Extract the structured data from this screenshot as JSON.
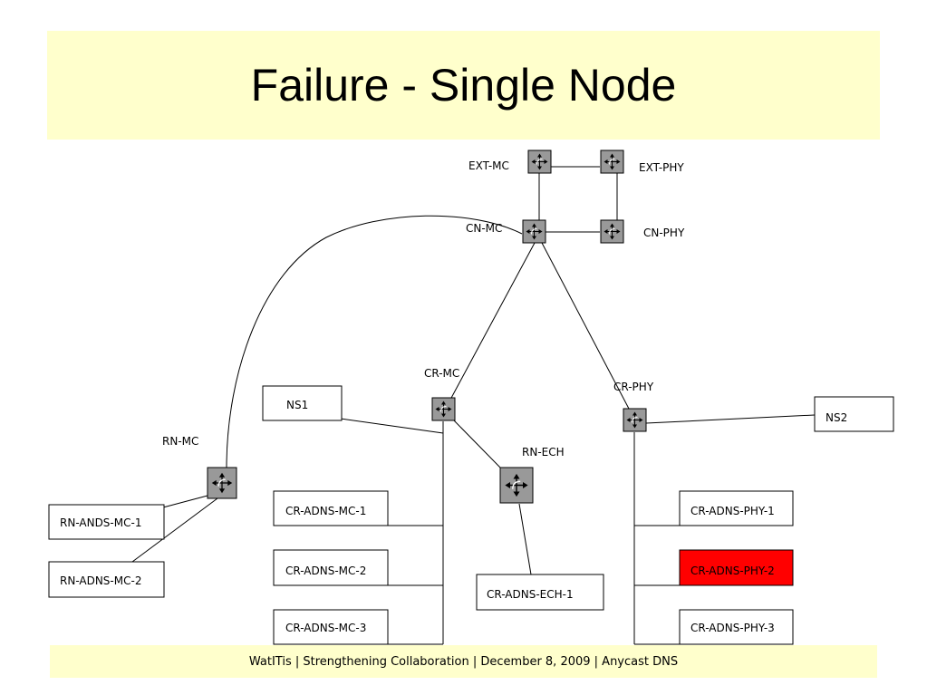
{
  "slide": {
    "title": "Failure - Single Node",
    "footer": "WatITis | Strengthening Collaboration | December 8, 2009 | Anycast DNS"
  },
  "colors": {
    "title_band": "#ffffcc",
    "router_fill": "#999999",
    "failed_fill": "#ff0000"
  },
  "routers": {
    "ext_mc": "EXT-MC",
    "ext_phy": "EXT-PHY",
    "cn_mc": "CN-MC",
    "cn_phy": "CN-PHY",
    "cr_mc": "CR-MC",
    "cr_phy": "CR-PHY",
    "rn_mc": "RN-MC",
    "rn_ech": "RN-ECH"
  },
  "hosts": {
    "ns1": "NS1",
    "ns2": "NS2",
    "rn_ands_mc_1": "RN-ANDS-MC-1",
    "rn_adns_mc_2": "RN-ADNS-MC-2",
    "cr_adns_mc_1": "CR-ADNS-MC-1",
    "cr_adns_mc_2": "CR-ADNS-MC-2",
    "cr_adns_mc_3": "CR-ADNS-MC-3",
    "cr_adns_ech_1": "CR-ADNS-ECH-1",
    "cr_adns_phy_1": "CR-ADNS-PHY-1",
    "cr_adns_phy_2": "CR-ADNS-PHY-2",
    "cr_adns_phy_3": "CR-ADNS-PHY-3"
  },
  "failed_node": "CR-ADNS-PHY-2"
}
